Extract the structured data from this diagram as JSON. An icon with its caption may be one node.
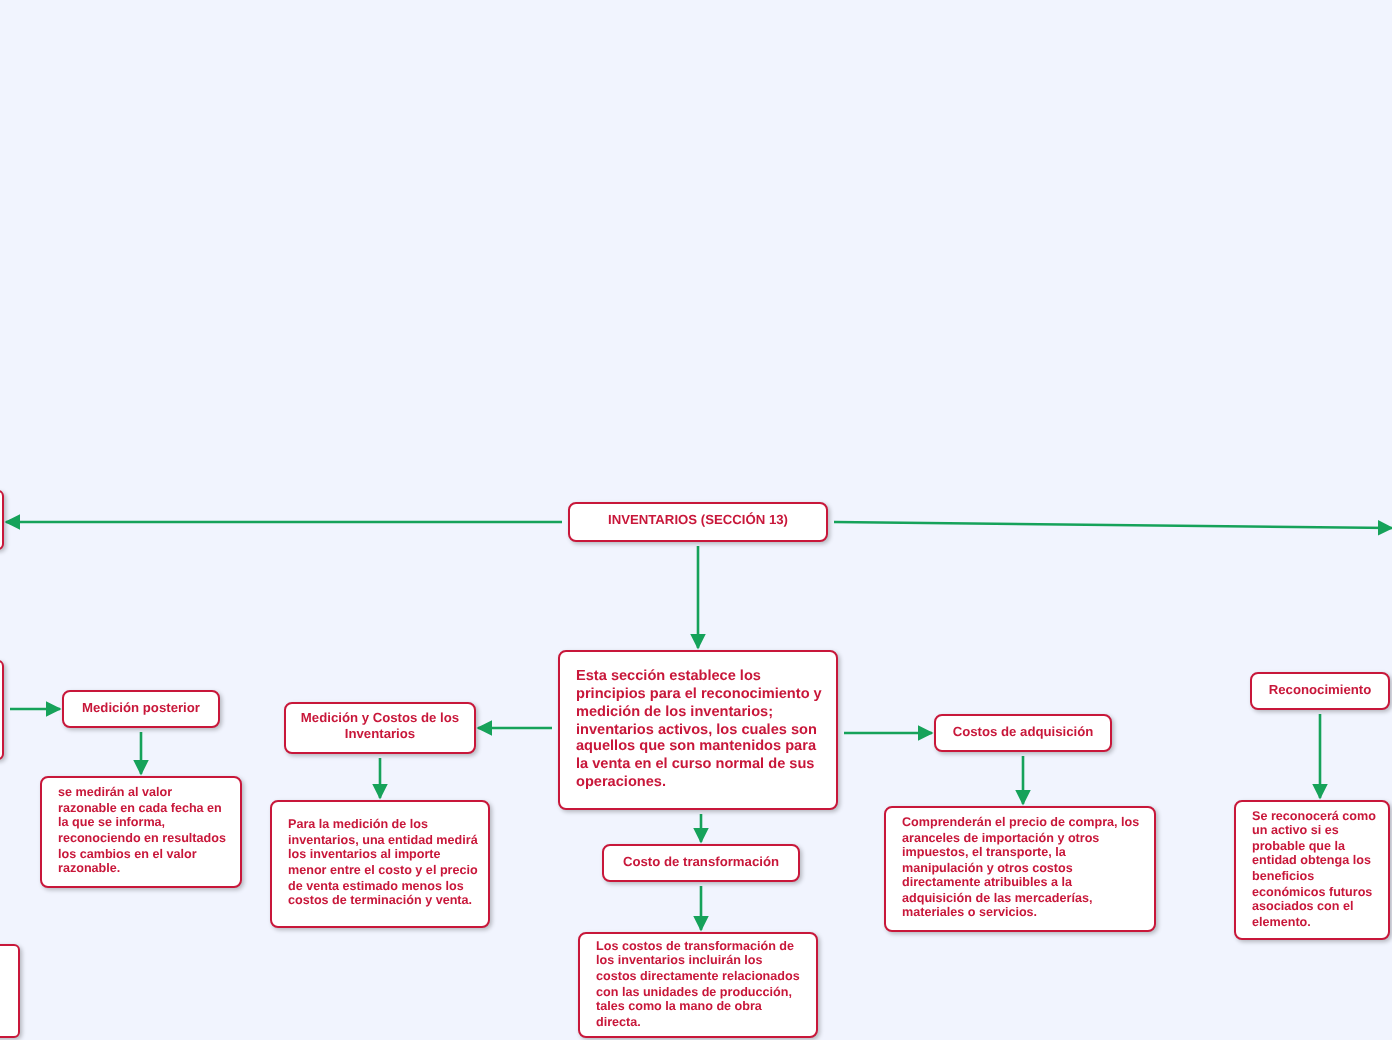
{
  "diagram": {
    "nodes": [
      {
        "text": [
          "INVENTARIOS (SECCIÓN 13)"
        ]
      },
      {
        "text": [
          "Esta sección establece los principios para el reconocimiento y medición de los inventarios; inventarios activos, los cuales son aquellos que son mantenidos para la venta en el curso normal de sus operaciones."
        ]
      },
      {
        "text": [
          "Medición y Costos de los Inventarios"
        ]
      },
      {
        "text": [
          "Para la medición de los inventarios, una entidad medirá los inventarios al importe menor entre el costo y el precio de venta estimado menos los costos de terminación y venta."
        ]
      },
      {
        "text": [
          "Costos de adquisición"
        ]
      },
      {
        "text": [
          "Comprenderán el precio de compra, los aranceles de importación y otros impuestos, el transporte, la manipulación y otros costos directamente atribuibles a la adquisición de las mercaderías, materiales o servicios."
        ]
      },
      {
        "text": [
          "Costo de transformación"
        ]
      },
      {
        "text": [
          "Los costos de transformación de los inventarios incluirán los costos directamente relacionados con las unidades de producción, tales como la mano de obra directa."
        ]
      },
      {
        "text": [
          "Medición posterior"
        ]
      },
      {
        "text": [
          "se medirán al valor razonable en cada fecha en la que se informa, reconociendo en resultados los cambios en el valor razonable."
        ]
      },
      {
        "text": [
          "Reconocimiento"
        ]
      },
      {
        "text": [
          "Se reconocerá como un activo si es probable que la entidad obtenga los beneficios económicos futuros asociados con el elemento."
        ]
      },
      {
        "text": [],
        "shape": "box"
      },
      {
        "text": [],
        "shape": "box"
      },
      {
        "text": [],
        "shape": "box"
      }
    ],
    "edges": [
      {
        "from": 0,
        "to": 12,
        "arrow": "to"
      },
      {
        "from": 0,
        "to": null,
        "arrow": "to"
      },
      {
        "from": 0,
        "to": 1,
        "arrow": "to"
      },
      {
        "from": 1,
        "to": 2,
        "arrow": "to"
      },
      {
        "from": 1,
        "to": 4,
        "arrow": "to"
      },
      {
        "from": 1,
        "to": 6,
        "arrow": "to"
      },
      {
        "from": 6,
        "to": 7,
        "arrow": "to"
      },
      {
        "from": 2,
        "to": 3,
        "arrow": "to"
      },
      {
        "from": 4,
        "to": 5,
        "arrow": "to"
      },
      {
        "from": 13,
        "to": 8,
        "arrow": "to"
      },
      {
        "from": 8,
        "to": 9,
        "arrow": "to"
      },
      {
        "from": 10,
        "to": 11,
        "arrow": "to"
      }
    ]
  }
}
